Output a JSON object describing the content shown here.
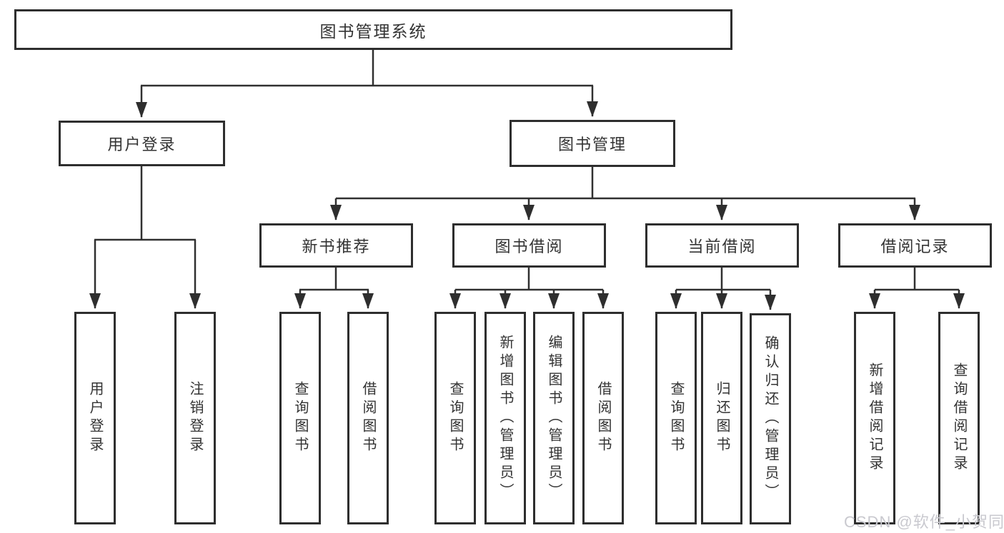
{
  "tree": {
    "root": "图书管理系统",
    "children": [
      {
        "label": "用户登录",
        "children": [
          "用户登录",
          "注销登录"
        ]
      },
      {
        "label": "图书管理",
        "children": [
          {
            "label": "新书推荐",
            "children": [
              "查询图书",
              "借阅图书"
            ]
          },
          {
            "label": "图书借阅",
            "children": [
              "查询图书",
              "新增图书（管理员）",
              "编辑图书（管理员）",
              "借阅图书"
            ]
          },
          {
            "label": "当前借阅",
            "children": [
              "查询图书",
              "归还图书",
              "确认归还（管理员）"
            ]
          },
          {
            "label": "借阅记录",
            "children": [
              "新增借阅记录",
              "查询借阅记录"
            ]
          }
        ]
      }
    ]
  },
  "watermark": {
    "text": "CSDN @软件_小贺同学"
  },
  "colors": {
    "background": "#ffffff",
    "line": "#303030",
    "box_border": "#2e2e2e",
    "text": "#333333",
    "watermark": "#c9c9cf"
  }
}
